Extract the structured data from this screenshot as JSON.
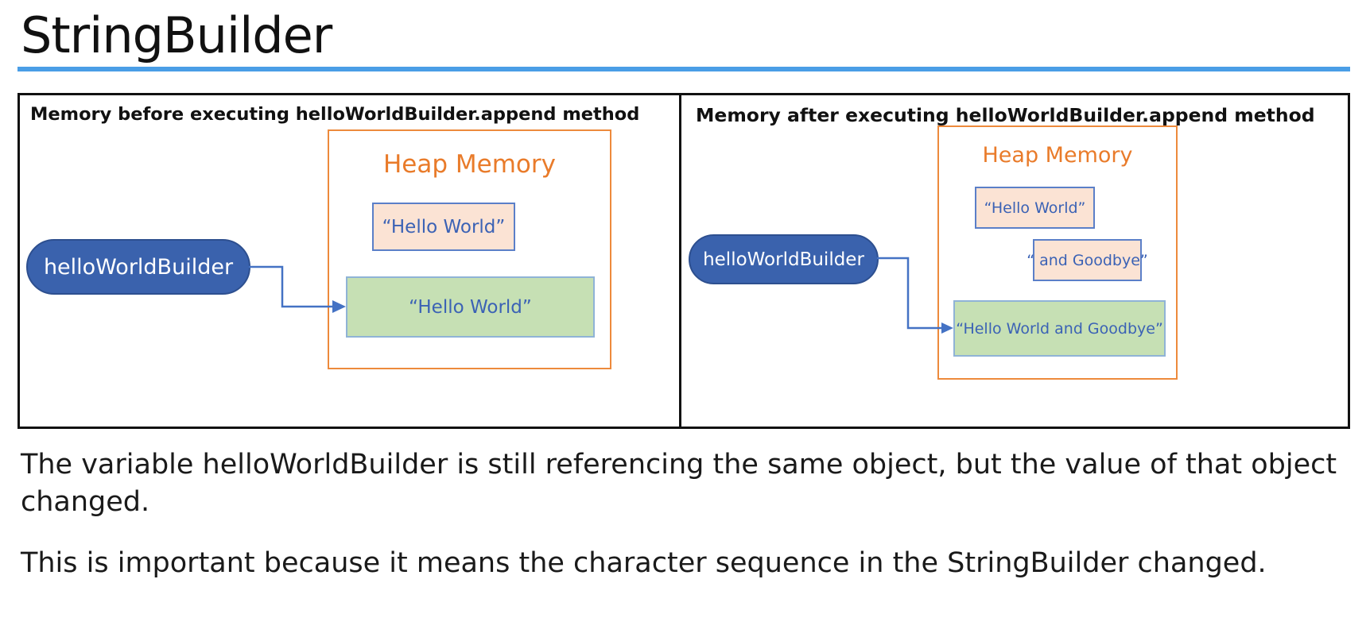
{
  "page": {
    "title": "StringBuilder"
  },
  "diagram": {
    "before": {
      "heading": "Memory before executing helloWorldBuilder.append method",
      "heap_label": "Heap Memory",
      "variable": "helloWorldBuilder",
      "string_objects": [
        "“Hello World”"
      ],
      "builder_object": "“Hello World”"
    },
    "after": {
      "heading": "Memory after executing helloWorldBuilder.append method",
      "heap_label": "Heap Memory",
      "variable": "helloWorldBuilder",
      "string_objects": [
        "“Hello World”",
        "“ and Goodbye”"
      ],
      "builder_object": "“Hello World and Goodbye”"
    }
  },
  "captions": {
    "first": "The variable helloWorldBuilder is still referencing the same object, but the value of that object changed.",
    "second": "This is important because it means the character sequence in the StringBuilder changed."
  },
  "colors": {
    "accent_rule": "#4a9ee6",
    "heap_border": "#ed8a3c",
    "heap_label": "#e97b2a",
    "variable_fill": "#3a62ad",
    "string_fill": "#fbe3d4",
    "builder_fill": "#c6e0b4",
    "object_text": "#3b62b5",
    "arrow": "#4472c4"
  }
}
